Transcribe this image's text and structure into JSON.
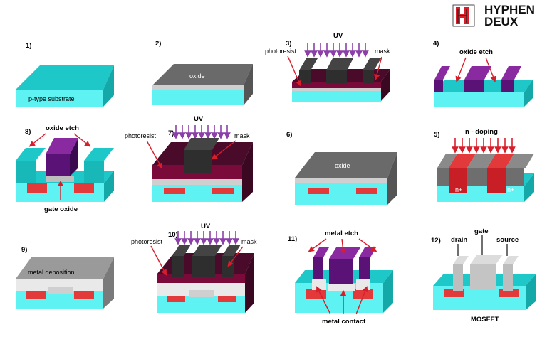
{
  "brand": {
    "line1": "HYPHEN",
    "line2": "DEUX"
  },
  "colors": {
    "substrate": "#2ee6e6",
    "oxide": "#8a8a8a",
    "photoresist": "#7a0a3a",
    "mask": "#2e2e2e",
    "uv": "#8b3fa8",
    "ndope": "#e23a3a",
    "gate": "#5a1276",
    "metal": "#c8c8c8"
  },
  "panels": {
    "p1": {
      "num": "1)",
      "label": "p-type substrate"
    },
    "p2": {
      "num": "2)",
      "label": "oxide"
    },
    "p3": {
      "num": "3)",
      "uv": "UV",
      "photoresist": "photoresist",
      "mask": "mask"
    },
    "p4": {
      "num": "4)",
      "label": "oxide etch"
    },
    "p8": {
      "num": "8)",
      "label": "oxide etch",
      "gate_oxide": "gate oxide"
    },
    "p7": {
      "num": "7)",
      "uv": "UV",
      "photoresist": "photoresist",
      "mask": "mask"
    },
    "p6": {
      "num": "6)",
      "label": "oxide"
    },
    "p5": {
      "num": "5)",
      "label": "n - doping",
      "n1": "n+",
      "n2": "n+"
    },
    "p9": {
      "num": "9)",
      "label": "metal deposition"
    },
    "p10": {
      "num": "10)",
      "uv": "UV",
      "photoresist": "photoresist",
      "mask": "mask"
    },
    "p11": {
      "num": "11)",
      "label": "metal etch",
      "contact": "metal contact"
    },
    "p12": {
      "num": "12)",
      "drain": "drain",
      "gate": "gate",
      "source": "source",
      "caption": "MOSFET"
    }
  }
}
